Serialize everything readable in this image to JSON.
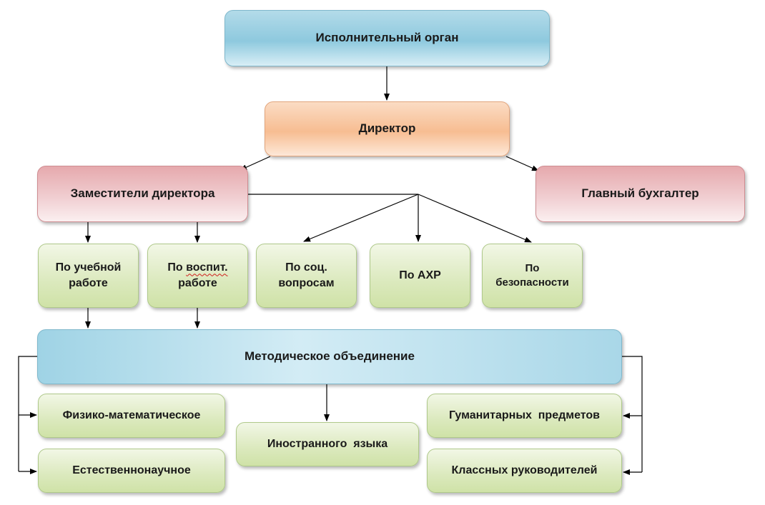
{
  "executive_organ": "Исполнительный орган",
  "director": "Директор",
  "deputies": "Заместители директора",
  "chief_accountant": "Главный бухгалтер",
  "departments": {
    "teaching": [
      "По учебной",
      "работе"
    ],
    "upbringing": [
      "По",
      "воспит.",
      "работе"
    ],
    "social": [
      "По соц.",
      "вопросам"
    ],
    "ahr": "По АХР",
    "safety": [
      "По",
      "безопасности"
    ]
  },
  "methodical_association": "Методическое объединение",
  "groups": {
    "physmath": "Физико-математическое",
    "natsci": "Естественнонаучное",
    "foreign": "Иностранного  языка",
    "humanities": "Гуманитарных  предметов",
    "class_teachers": "Классных руководителей"
  },
  "colors": {
    "line": "#000000",
    "blue": "#9fd3e5",
    "orange": "#f7bd92",
    "pink": "#e6a9ad",
    "green": "#dbe9bd"
  }
}
